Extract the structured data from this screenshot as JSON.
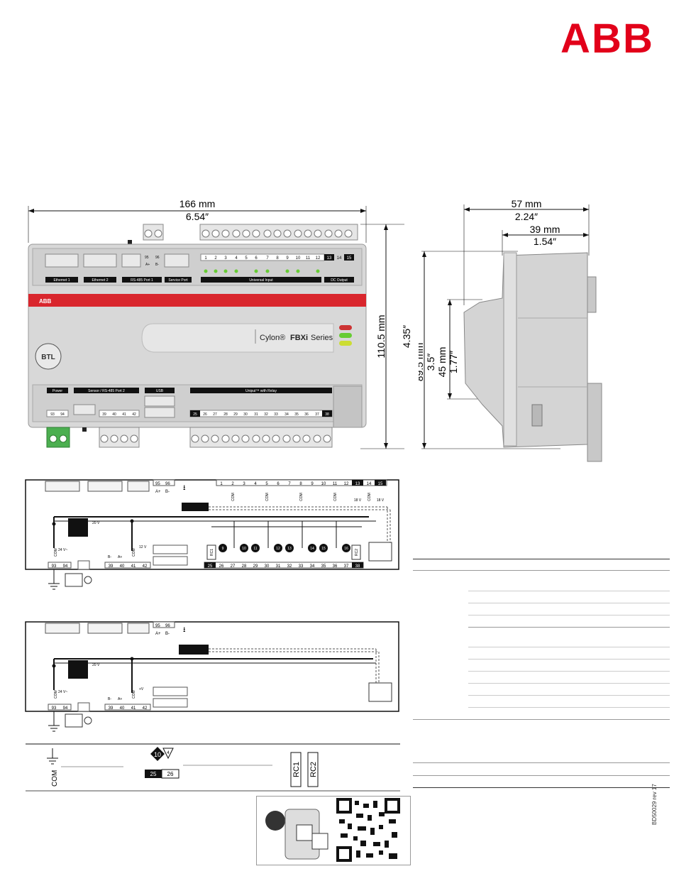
{
  "brand": {
    "logo_text": "ABB",
    "color": "#e2001a"
  },
  "dimensions": {
    "width_mm": "166 mm",
    "width_in": "6.54″",
    "height_mm": "110.5 mm",
    "height_in": "4.35″",
    "depth_mm": "57 mm",
    "depth_in": "2.24″",
    "depth2_mm": "39 mm",
    "depth2_in": "1.54″",
    "side_h_mm": "89.5 mm",
    "side_h_in": "3.5″",
    "side_h2_mm": "45 mm",
    "side_h2_in": "1.77″"
  },
  "device": {
    "brand_label": "ABB",
    "series_prefix": "Cylon®",
    "series_bold": "FBXi",
    "series_suffix": "Series",
    "top_labels": [
      "Ethernet 1",
      "Ethernet 2",
      "RS-485 Port 1",
      "Service Port",
      "Universal Input",
      "DC Output"
    ],
    "bottom_labels": [
      "Power",
      "Sensor / RS-485 Port 2",
      "USB",
      "Uniput™ with Relay"
    ],
    "top_terminals": [
      "1",
      "2",
      "3",
      "4",
      "5",
      "6",
      "7",
      "8",
      "9",
      "10",
      "11",
      "12",
      "13",
      "14",
      "15"
    ],
    "rs485_terminals": [
      "95",
      "96"
    ],
    "rs485_sub": [
      "A+",
      "B-"
    ],
    "bottom_terminals_power": [
      "93",
      "94"
    ],
    "bottom_terminals_sensor": [
      "39",
      "40",
      "41",
      "42"
    ],
    "bottom_terminals_relay": [
      "25",
      "26",
      "27",
      "28",
      "29",
      "30",
      "31",
      "32",
      "33",
      "34",
      "35",
      "36",
      "37",
      "38"
    ],
    "com_label": "COM",
    "v18": "18 V",
    "v24": "24 V~",
    "v12": "12 V",
    "bt_label": "BTL",
    "ba_labels": [
      "B-",
      "A+"
    ]
  },
  "wiring1": {
    "top_terminals": [
      "95",
      "96"
    ],
    "sub": [
      "A+",
      "B-"
    ],
    "ui_terminals": [
      "1",
      "2",
      "3",
      "4",
      "5",
      "6",
      "7",
      "8",
      "9",
      "10",
      "11",
      "12",
      "13",
      "14",
      "15"
    ],
    "com": "COM",
    "v18a": "18 V",
    "v18b": "18 V",
    "v20": "20 V",
    "v24": "24 V~",
    "v12": "12 V",
    "ba": [
      "B-",
      "A+"
    ],
    "bottom_power": [
      "93",
      "94"
    ],
    "bottom_sensor": [
      "39",
      "40",
      "41",
      "42"
    ],
    "bottom_relay": [
      "25",
      "26",
      "27",
      "28",
      "29",
      "30",
      "31",
      "32",
      "33",
      "34",
      "35",
      "36",
      "37",
      "38"
    ],
    "rc": [
      "RC1",
      "RC2"
    ],
    "relay_nums": [
      "9",
      "10",
      "11",
      "12",
      "13",
      "14",
      "15",
      "16"
    ]
  },
  "wiring2": {
    "top_terminals": [
      "95",
      "96"
    ],
    "sub": [
      "A+",
      "B-"
    ],
    "com": "COM",
    "v20": "20 V",
    "v24": "24 V~",
    "vplus": "+V",
    "ba": [
      "B-",
      "A+"
    ],
    "bottom_power": [
      "93",
      "94"
    ],
    "bottom_sensor": [
      "39",
      "40",
      "41",
      "42"
    ]
  },
  "legend": {
    "com": "COM",
    "num1": "10",
    "num2": "4",
    "t1": "25",
    "t2": "26",
    "rc1": "RC1",
    "rc2": "RC2"
  },
  "doc_code": "BD50029 rev 17"
}
